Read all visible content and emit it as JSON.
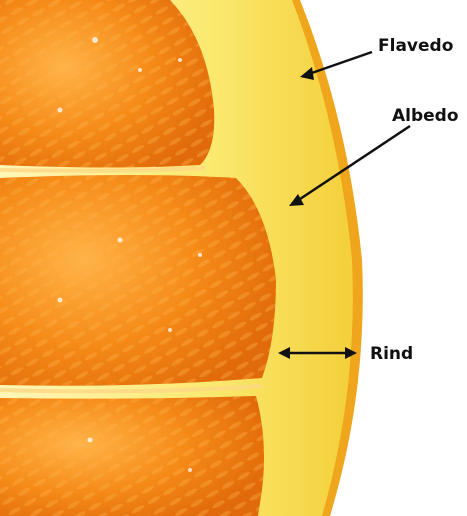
{
  "figure": {
    "labels": {
      "flavedo": "Flavedo",
      "albedo": "Albedo",
      "rind": "Rind"
    },
    "colors": {
      "pulp": "#f07a10",
      "pulp_light": "#f9a23a",
      "pith": "#fbe76a",
      "pith_light": "#fff4b0",
      "peel": "#f2b01f",
      "arrow": "#111111",
      "background": "#ffffff"
    }
  }
}
